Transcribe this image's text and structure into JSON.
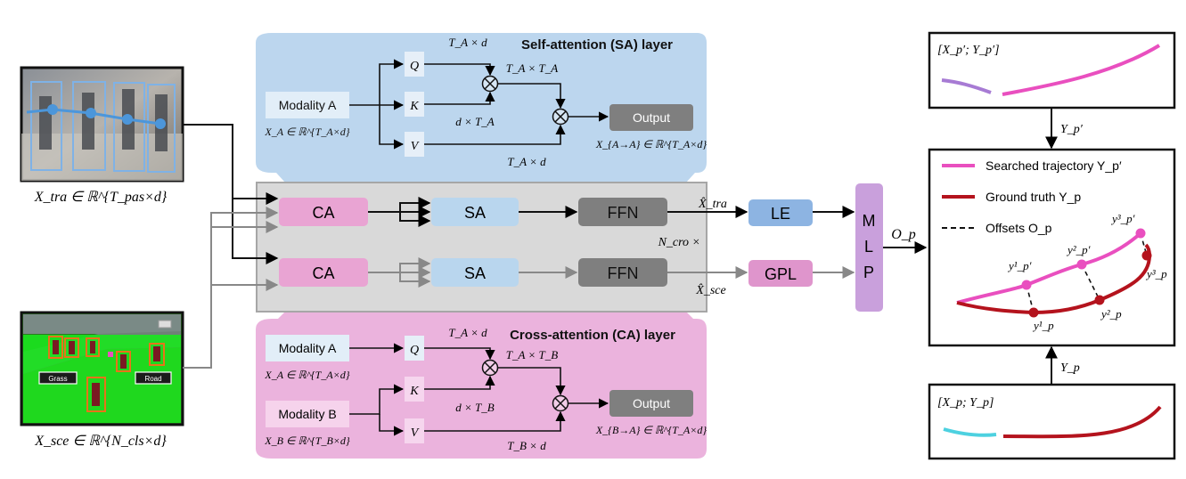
{
  "colors": {
    "sa_panel": "#bcd6ee",
    "ca_panel": "#ebb3dd",
    "main_block": "#d9d9d9",
    "ca_box": "#e9a4d3",
    "sa_box": "#b9d6ee",
    "ffn_box": "#7f7f7f",
    "le_box": "#8db4e2",
    "gpl_box": "#df95cc",
    "mlp_box": "#c9a0dc",
    "searched": "#e94fbf",
    "ground_truth": "#b4131d",
    "history_purple": "#a77bd4",
    "history_cyan": "#4dd1e0"
  },
  "sa_layer": {
    "title": "Self-attention (SA) layer",
    "modality": "Modality A",
    "modality_eq": "X_A ∈ ℝ^{T_A×d}",
    "q": "Q",
    "k": "K",
    "v": "V",
    "q_dim": "T_A × d",
    "k_dim": "d × T_A",
    "v_dim": "T_A × d",
    "qk_dim": "T_A × T_A",
    "output": "Output",
    "output_eq": "X_{A→A} ∈ ℝ^{T_A×d}"
  },
  "ca_layer": {
    "title": "Cross-attention (CA) layer",
    "modality_a": "Modality A",
    "modality_a_eq": "X_A ∈ ℝ^{T_A×d}",
    "modality_b": "Modality B",
    "modality_b_eq": "X_B ∈ ℝ^{T_B×d}",
    "q": "Q",
    "k": "K",
    "v": "V",
    "q_dim": "T_A × d",
    "k_dim": "d × T_B",
    "v_dim": "T_B × d",
    "qk_dim": "T_A × T_B",
    "output": "Output",
    "output_eq": "X_{B→A} ∈ ℝ^{T_A×d}"
  },
  "inputs": {
    "tra_eq": "X_tra ∈ ℝ^{T_pas×d}",
    "sce_eq": "X_sce ∈ ℝ^{N_cls×d}",
    "grass_label": "Grass",
    "road_label": "Road"
  },
  "main_block": {
    "ca": "CA",
    "sa": "SA",
    "ffn": "FFN",
    "repeat": "N_cro ×",
    "le": "LE",
    "gpl": "GPL",
    "tra_hat": "X̂_tra",
    "sce_hat": "X̂_sce",
    "mlp": [
      "M",
      "L",
      "P"
    ],
    "op": "O_p"
  },
  "right": {
    "top_label": "[X_p′; Y_p′]",
    "top_arrow": "Y_p′",
    "legend_searched": "Searched trajectory Y_p′",
    "legend_gt": "Ground truth Y_p",
    "legend_offsets": "Offsets O_p",
    "pt_s1": "y¹_p′",
    "pt_s2": "y²_p′",
    "pt_s3": "y³_p′",
    "pt_g1": "y¹_p",
    "pt_g2": "y²_p",
    "pt_g3": "y³_p",
    "bottom_arrow": "Y_p",
    "bottom_label": "[X_p; Y_p]"
  }
}
